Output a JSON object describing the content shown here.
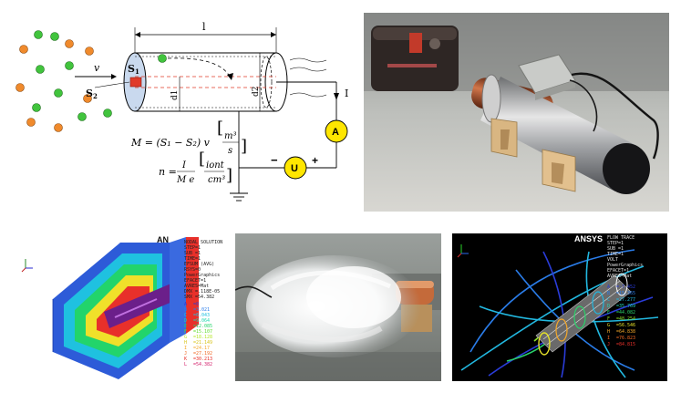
{
  "diagram": {
    "length_label": "l",
    "velocity_label": "v",
    "s1_label": "S",
    "s1_sub": "1",
    "s2_label": "S",
    "s2_sub": "2",
    "d1_label": "d1",
    "d2_label": "d2",
    "current_label": "I",
    "ammeter_label": "A",
    "voltage_label": "U",
    "minus_sign": "−",
    "plus_sign": "+",
    "formula_m": "M = (S₁ − S₂) v",
    "formula_m_units_top": "m³",
    "formula_m_units_bottom": "s",
    "formula_n_lhs": "n =",
    "formula_n_top": "I",
    "formula_n_bottom": "M e",
    "formula_n_units_top": "iont",
    "formula_n_units_bottom": "cm³",
    "ion_sign": "+",
    "colors": {
      "positive_ion": "#f08a2c",
      "negative_ion": "#41c43d",
      "meter": "#ffe600",
      "probe": "#e03b2a",
      "tube": "#c9d9ee"
    }
  },
  "fem_panel": {
    "logo": "AN",
    "title_lines": [
      "NODAL SOLUTION",
      "STEP=1",
      "SUB =1",
      "TIME=1",
      "EFSUM (AVG)",
      "RSYS=0",
      "PowerGraphics",
      "EFACET=1",
      "AVRES=Mat",
      "DMX =.118E-05",
      "SMX =54.382"
    ],
    "legend": [
      {
        "key": "A",
        "value": "=0",
        "color": "#2d3bd6"
      },
      {
        "key": "B",
        "value": "=3.021",
        "color": "#2c7dea"
      },
      {
        "key": "C",
        "value": "=6.043",
        "color": "#1fc1e0"
      },
      {
        "key": "D",
        "value": "=9.064",
        "color": "#20d8b0"
      },
      {
        "key": "E",
        "value": "=12.085",
        "color": "#22d46b"
      },
      {
        "key": "F",
        "value": "=15.107",
        "color": "#5fdc2a"
      },
      {
        "key": "G",
        "value": "=18.128",
        "color": "#b4e62a"
      },
      {
        "key": "H",
        "value": "=21.149",
        "color": "#f0e02a"
      },
      {
        "key": "I",
        "value": "=24.17",
        "color": "#f4a82a"
      },
      {
        "key": "J",
        "value": "=27.192",
        "color": "#f06a24"
      },
      {
        "key": "K",
        "value": "=30.213",
        "color": "#e8302a"
      },
      {
        "key": "L",
        "value": "=54.382",
        "color": "#d4206c"
      }
    ]
  },
  "flow_panel": {
    "logo": "ANSYS",
    "title_lines": [
      "FLOW TRACE",
      "STEP=1",
      "SUB =1",
      "TIME=1",
      "VOLT",
      "PowerGraphics",
      "EFACET=1",
      "AVRES=Mat"
    ],
    "legend": [
      {
        "key": "A",
        "value": "=-7.452",
        "color": "#2a3cd8"
      },
      {
        "key": "B",
        "value": "=15.365",
        "color": "#2a7ce8"
      },
      {
        "key": "C",
        "value": "=27.277",
        "color": "#22b8e0"
      },
      {
        "key": "D",
        "value": "=35.769",
        "color": "#22d4b0"
      },
      {
        "key": "E",
        "value": "=44.082",
        "color": "#2ad26a"
      },
      {
        "key": "F",
        "value": "=48.254",
        "color": "#8ee02a"
      },
      {
        "key": "G",
        "value": "=56.546",
        "color": "#e4e02a"
      },
      {
        "key": "H",
        "value": "=64.838",
        "color": "#f4a82a"
      },
      {
        "key": "I",
        "value": "=76.823",
        "color": "#f06a24"
      },
      {
        "key": "J",
        "value": "=84.815",
        "color": "#e8302a"
      }
    ]
  }
}
